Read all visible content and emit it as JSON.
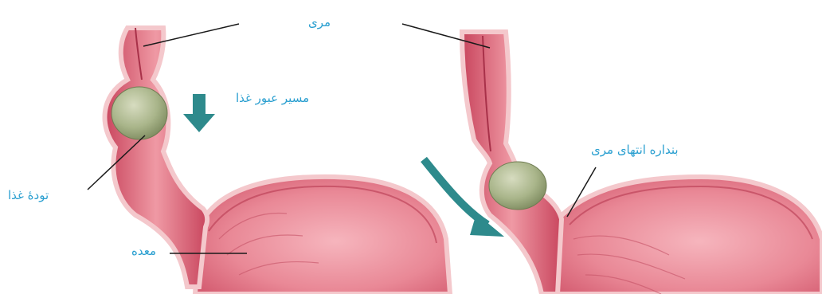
{
  "labels": {
    "esophagus": "مری",
    "food_path": "مسیر عبور غذا",
    "food_bolus": "تودهٔ غذا",
    "stomach": "معده",
    "lower_sphincter": "بنداره انتهای مری"
  },
  "colors": {
    "label": "#2a9fd0",
    "arrow": "#2e8a8c",
    "tissue_dark": "#c9465e",
    "tissue_mid": "#e7808f",
    "tissue_light": "#f6b5bd",
    "bolus": "#a7b48a",
    "leader_line": "#1a1a1a"
  },
  "icons": [
    "down-arrow-icon",
    "diagonal-arrow-icon"
  ]
}
